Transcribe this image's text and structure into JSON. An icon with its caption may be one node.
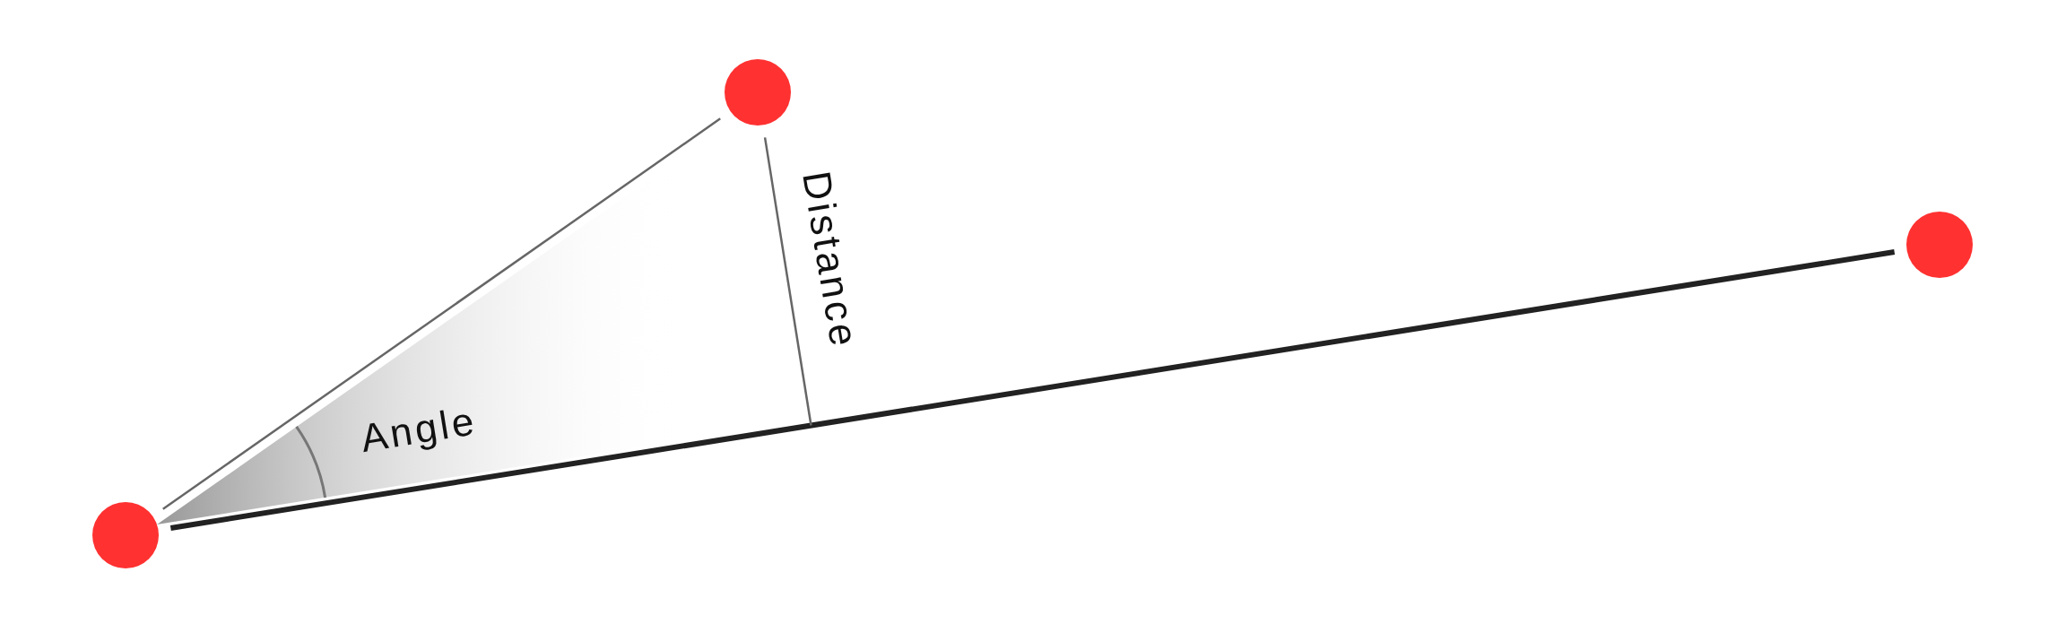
{
  "diagram": {
    "nodes": [
      {
        "text": [],
        "shape": "circle"
      },
      {
        "text": [],
        "shape": "circle"
      },
      {
        "text": [],
        "shape": "circle"
      }
    ],
    "edges": [
      {
        "from": 0,
        "to": 1,
        "arrow": "none",
        "color": "#666666"
      },
      {
        "from": 0,
        "to": 2,
        "arrow": "none",
        "style": "thick"
      },
      {
        "from": 1,
        "to": null,
        "arrow": "none",
        "color": "#666666"
      }
    ],
    "labels": [
      "Angle",
      "Distance"
    ]
  }
}
